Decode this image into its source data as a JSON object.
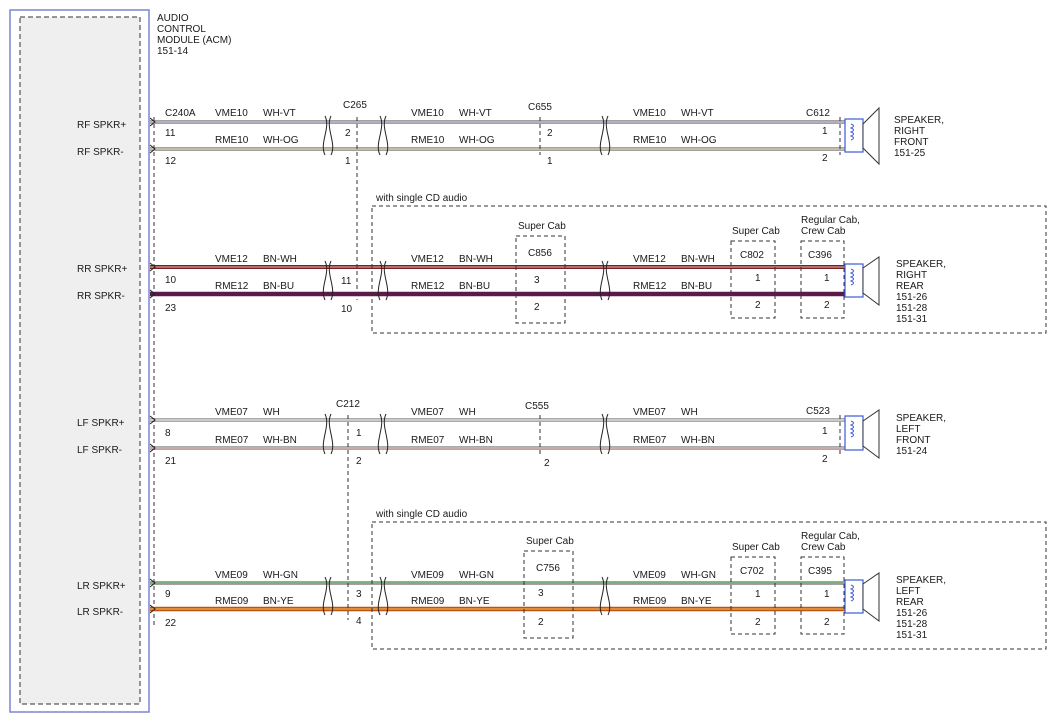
{
  "module": {
    "title_lines": [
      "AUDIO",
      "CONTROL",
      "MODULE (ACM)",
      "151-14"
    ],
    "connector": "C240A"
  },
  "pins": {
    "rf_plus": "RF SPKR+",
    "rf_minus": "RF SPKR-",
    "rr_plus": "RR SPKR+",
    "rr_minus": "RR SPKR-",
    "lf_plus": "LF SPKR+",
    "lf_minus": "LF SPKR-",
    "lr_plus": "LR SPKR+",
    "lr_minus": "LR SPKR-"
  },
  "pin_numbers": {
    "rf_plus": "11",
    "rf_minus": "12",
    "rr_plus": "10",
    "rr_minus": "23",
    "lf_plus": "8",
    "lf_minus": "21",
    "lr_plus": "9",
    "lr_minus": "22"
  },
  "connectors": {
    "c265": "C265",
    "c655": "C655",
    "c612": "C612",
    "c856": "C856",
    "c802": "C802",
    "c396": "C396",
    "c212": "C212",
    "c555": "C555",
    "c523": "C523",
    "c756": "C756",
    "c702": "C702",
    "c395": "C395"
  },
  "circuits": {
    "vme10": "VME10",
    "rme10": "RME10",
    "vme12": "VME12",
    "rme12": "RME12",
    "vme07": "VME07",
    "rme07": "RME07",
    "vme09": "VME09",
    "rme09": "RME09"
  },
  "wire_colors": {
    "wh_vt": "WH-VT",
    "wh_og": "WH-OG",
    "bn_wh": "BN-WH",
    "bn_bu": "BN-BU",
    "wh": "WH",
    "wh_bn": "WH-BN",
    "wh_gn": "WH-GN",
    "bn_ye": "BN-YE"
  },
  "pin_labels": {
    "n1": "1",
    "n2": "2",
    "n3": "3",
    "n4": "4",
    "n10": "10",
    "n11": "11"
  },
  "notes": {
    "single_cd": "with single CD audio",
    "super_cab": "Super Cab",
    "regular_cab_1": "Regular Cab,",
    "regular_cab_2": "Crew Cab"
  },
  "speakers": {
    "rf": [
      "SPEAKER,",
      "RIGHT",
      "FRONT",
      "151-25"
    ],
    "rr": [
      "SPEAKER,",
      "RIGHT",
      "REAR",
      "151-26",
      "151-28",
      "151-31"
    ],
    "lf": [
      "SPEAKER,",
      "LEFT",
      "FRONT",
      "151-24"
    ],
    "lr": [
      "SPEAKER,",
      "LEFT",
      "REAR",
      "151-26",
      "151-28",
      "151-31"
    ]
  },
  "colors": {
    "module_border": "#7b86d6",
    "module_fill": "#efefef",
    "wh_vt_stripe": "#b4a4d8",
    "wh_og_stripe": "#e3c98f",
    "bn_wh_core": "#7a2020",
    "bn_bu_core": "#5a1a4a",
    "wh_stripe": "#e8e8e8",
    "wh_bn_stripe": "#d79a9a",
    "wh_gn_stripe": "#5cb85c",
    "bn_ye_core": "#c05016",
    "speaker_blue": "#3b5bd6"
  }
}
